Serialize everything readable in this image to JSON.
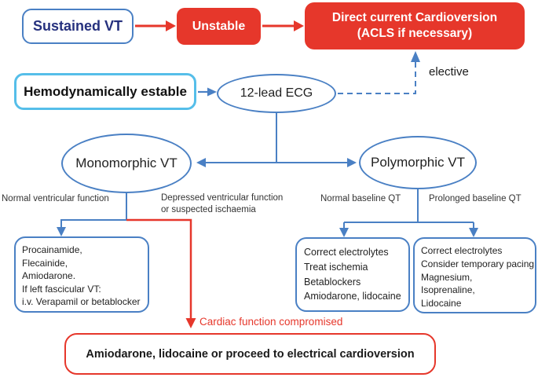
{
  "palette": {
    "red": "#e6372b",
    "blue": "#4a80c4",
    "light_blue": "#55bee9",
    "navy_text": "#26317e",
    "text": "#1f1f1f"
  },
  "nodes": {
    "sustained_vt": {
      "label": "Sustained VT"
    },
    "unstable": {
      "label": "Unstable"
    },
    "cardioversion": {
      "line1": "Direct current Cardioversion",
      "line2": "(ACLS if necessary)"
    },
    "hemodynamically_stable": {
      "label": "Hemodynamically estable"
    },
    "ecg": {
      "label": "12-lead ECG"
    },
    "monomorphic_vt": {
      "label": "Monomorphic VT"
    },
    "polymorphic_vt": {
      "label": "Polymorphic VT"
    },
    "procainamide_treatment": {
      "lines": [
        "Procainamide,",
        "Flecainide,",
        "Amiodarone.",
        "If left fascicular VT:",
        "i.v. Verapamil or betablocker"
      ]
    },
    "normal_qt_treatment": {
      "lines": [
        "Correct electrolytes",
        "Treat ischemia",
        "Betablockers",
        "Amiodarone, lidocaine"
      ]
    },
    "prolonged_qt_treatment": {
      "lines": [
        "Correct electrolytes",
        "Consider temporary pacing",
        "Magnesium,",
        "Isoprenaline,",
        "Lidocaine"
      ]
    },
    "compromised_treatment": {
      "label": "Amiodarone, lidocaine or proceed to electrical cardioversion"
    }
  },
  "edge_labels": {
    "elective": "elective",
    "normal_ventricular_function": "Normal ventricular function",
    "depressed_function_line1": "Depressed ventricular function",
    "depressed_function_line2": "or suspected ischaemia",
    "normal_baseline_qt": "Normal baseline QT",
    "prolonged_baseline_qt": "Prolonged baseline QT",
    "cardiac_function_compromised": "Cardiac function compromised"
  }
}
